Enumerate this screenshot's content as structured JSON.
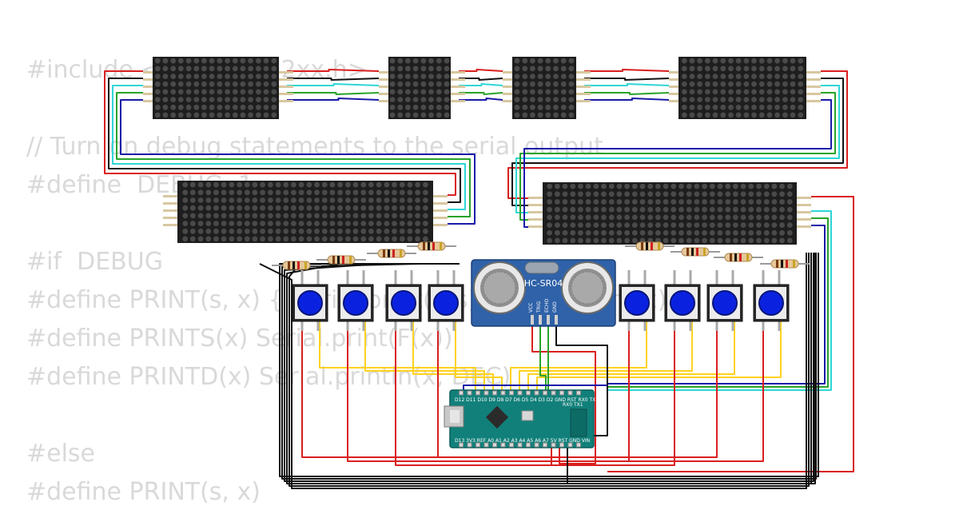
{
  "code_lines": [
    "#include <MD_MAX72xx.h>",
    "",
    "// Turn on debug statements to the serial output",
    "#define  DEBUG  1",
    "",
    "#if  DEBUG",
    "#define PRINT(s, x) { Serial.print(F(s)); Serial.print(x); }",
    "#define PRINTS(x) Serial.print(F(x))",
    "#define PRINTD(x) Serial.println(x, DEC)",
    "",
    "#else",
    "#define PRINT(s, x)"
  ],
  "sensor": {
    "label": "HC-SR04",
    "pins": [
      "VCC",
      "TRIG",
      "ECHO",
      "GND"
    ]
  },
  "board": {
    "top_label": "D12 D11 D10 D9 D8 D7 D6 D5 D4 D3 D2 GND RST RX0 TX1",
    "bottom_label": "D13 3V3 REF A0 A1 A2 A3 A4 A5 A6 A7 5V RST GND VIN",
    "side_label": "RX0 TX1"
  },
  "colors": {
    "red": "#d91f1f",
    "black": "#111111",
    "green": "#29a329",
    "cyan": "#2fd6d6",
    "blue": "#1a1aa8",
    "yellow": "#ffd21f",
    "button_blue": "#0a22e0",
    "matrix": "#1e1e1e",
    "sensor": "#2f62a8",
    "board": "#12807a"
  },
  "icons": [
    "led-matrix-icon",
    "push-button-icon",
    "resistor-icon",
    "ultrasonic-sensor-icon",
    "arduino-nano-icon"
  ]
}
